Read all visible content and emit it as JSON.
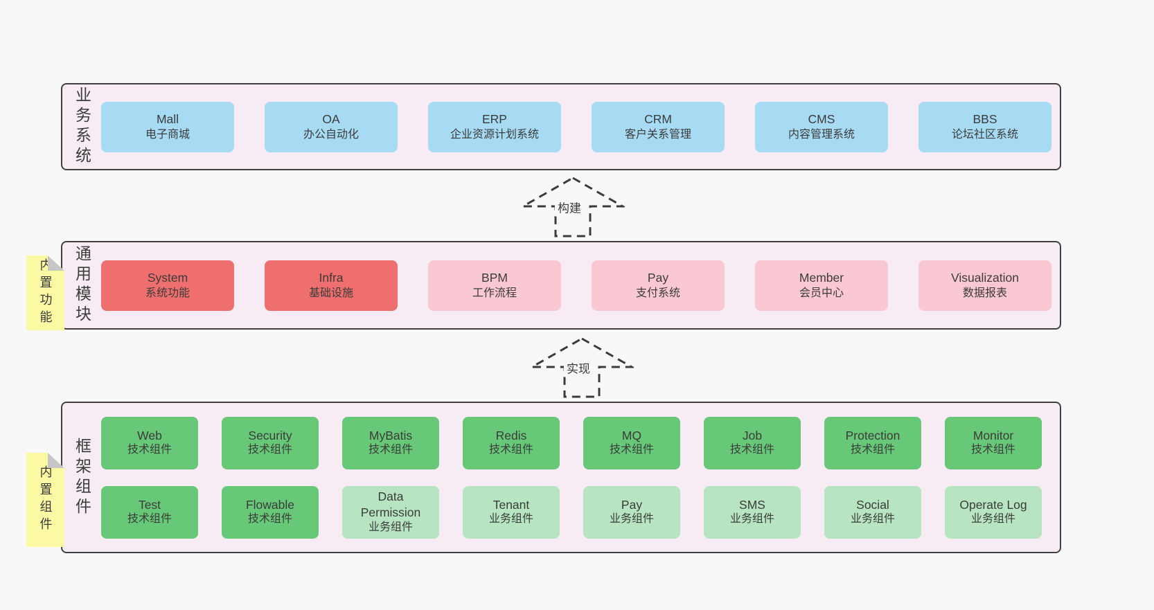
{
  "colors": {
    "page_bg": "#f8f8f8",
    "section_bg": "#f7ecf4",
    "border": "#404040",
    "text": "#3b3b3b",
    "blue": "#a7dbf3",
    "red": "#ef6e6e",
    "pink": "#fac8d2",
    "green_dark": "#67c878",
    "green_light": "#b7e5c1",
    "yellow": "#fbf9a3",
    "fold": "#c6c6c6"
  },
  "arrows": [
    {
      "label": "构建"
    },
    {
      "label": "实现"
    }
  ],
  "notes": {
    "features": "内置功能",
    "components": "内置组件"
  },
  "sections": {
    "business": {
      "label": "业务系统",
      "items": [
        {
          "en": "Mall",
          "zh": "电子商城"
        },
        {
          "en": "OA",
          "zh": "办公自动化"
        },
        {
          "en": "ERP",
          "zh": "企业资源计划系统"
        },
        {
          "en": "CRM",
          "zh": "客户关系管理"
        },
        {
          "en": "CMS",
          "zh": "内容管理系统"
        },
        {
          "en": "BBS",
          "zh": "论坛社区系统"
        }
      ]
    },
    "modules": {
      "label": "通用模块",
      "items": [
        {
          "en": "System",
          "zh": "系统功能",
          "variant": "red"
        },
        {
          "en": "Infra",
          "zh": "基础设施",
          "variant": "red"
        },
        {
          "en": "BPM",
          "zh": "工作流程",
          "variant": "pink"
        },
        {
          "en": "Pay",
          "zh": "支付系统",
          "variant": "pink"
        },
        {
          "en": "Member",
          "zh": "会员中心",
          "variant": "pink"
        },
        {
          "en": "Visualization",
          "zh": "数据报表",
          "variant": "pink"
        }
      ]
    },
    "framework": {
      "label": "框架组件",
      "row1": [
        {
          "en": "Web",
          "zh": "技术组件",
          "variant": "green_dark"
        },
        {
          "en": "Security",
          "zh": "技术组件",
          "variant": "green_dark"
        },
        {
          "en": "MyBatis",
          "zh": "技术组件",
          "variant": "green_dark"
        },
        {
          "en": "Redis",
          "zh": "技术组件",
          "variant": "green_dark"
        },
        {
          "en": "MQ",
          "zh": "技术组件",
          "variant": "green_dark"
        },
        {
          "en": "Job",
          "zh": "技术组件",
          "variant": "green_dark"
        },
        {
          "en": "Protection",
          "zh": "技术组件",
          "variant": "green_dark"
        },
        {
          "en": "Monitor",
          "zh": "技术组件",
          "variant": "green_dark"
        }
      ],
      "row2": [
        {
          "en": "Test",
          "zh": "技术组件",
          "variant": "green_dark"
        },
        {
          "en": "Flowable",
          "zh": "技术组件",
          "variant": "green_dark"
        },
        {
          "en": "Data Permission",
          "zh": "业务组件",
          "variant": "green_light"
        },
        {
          "en": "Tenant",
          "zh": "业务组件",
          "variant": "green_light"
        },
        {
          "en": "Pay",
          "zh": "业务组件",
          "variant": "green_light"
        },
        {
          "en": "SMS",
          "zh": "业务组件",
          "variant": "green_light"
        },
        {
          "en": "Social",
          "zh": "业务组件",
          "variant": "green_light"
        },
        {
          "en": "Operate Log",
          "zh": "业务组件",
          "variant": "green_light"
        }
      ]
    }
  }
}
